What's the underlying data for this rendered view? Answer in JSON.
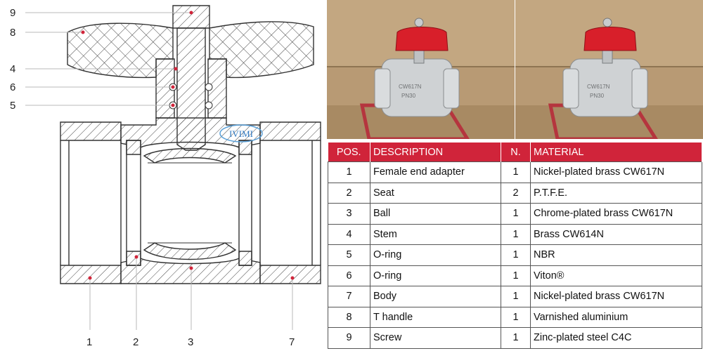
{
  "diagram": {
    "callouts_left": [
      "9",
      "8",
      "4",
      "6",
      "5"
    ],
    "callouts_bottom": [
      "1",
      "2",
      "3",
      "7"
    ],
    "logo_text": "IVIMI",
    "accent": "#d0243a"
  },
  "photos": [
    {
      "body_mark_1": "CW617N",
      "body_mark_2": "PN30"
    },
    {
      "body_mark_1": "CW617N",
      "body_mark_2": "PN30"
    }
  ],
  "table": {
    "headers": {
      "pos": "POS.",
      "description": "DESCRIPTION",
      "n": "N.",
      "material": "MATERIAL"
    },
    "rows": [
      {
        "pos": "1",
        "description": "Female end adapter",
        "n": "1",
        "material": "Nickel-plated brass CW617N"
      },
      {
        "pos": "2",
        "description": "Seat",
        "n": "2",
        "material": "P.T.F.E."
      },
      {
        "pos": "3",
        "description": "Ball",
        "n": "1",
        "material": "Chrome-plated brass CW617N"
      },
      {
        "pos": "4",
        "description": "Stem",
        "n": "1",
        "material": "Brass CW614N"
      },
      {
        "pos": "5",
        "description": "O-ring",
        "n": "1",
        "material": "NBR"
      },
      {
        "pos": "6",
        "description": "O-ring",
        "n": "1",
        "material": "Viton®"
      },
      {
        "pos": "7",
        "description": "Body",
        "n": "1",
        "material": "Nickel-plated brass CW617N"
      },
      {
        "pos": "8",
        "description": "T handle",
        "n": "1",
        "material": "Varnished aluminium"
      },
      {
        "pos": "9",
        "description": "Screw",
        "n": "1",
        "material": "Zinc-plated steel C4C"
      }
    ]
  }
}
